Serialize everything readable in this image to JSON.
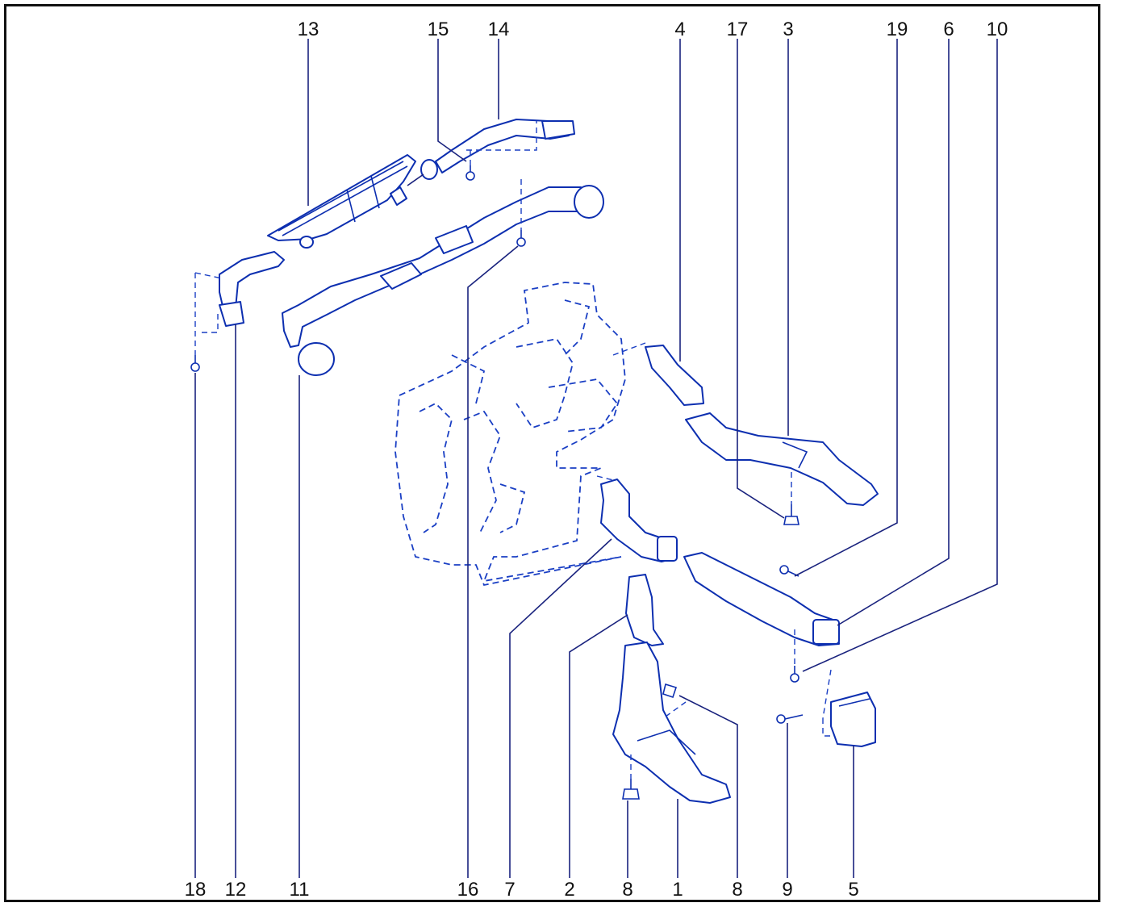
{
  "figure": {
    "colors": {
      "frame": "#111111",
      "parts": "#0d2fb0",
      "text": "#111111"
    },
    "top_callouts": [
      "13",
      "15",
      "14",
      "4",
      "17",
      "3",
      "19",
      "6",
      "10"
    ],
    "bottom_callouts": [
      "18",
      "12",
      "11",
      "16",
      "7",
      "2",
      "8",
      "1",
      "8",
      "9",
      "5"
    ]
  }
}
